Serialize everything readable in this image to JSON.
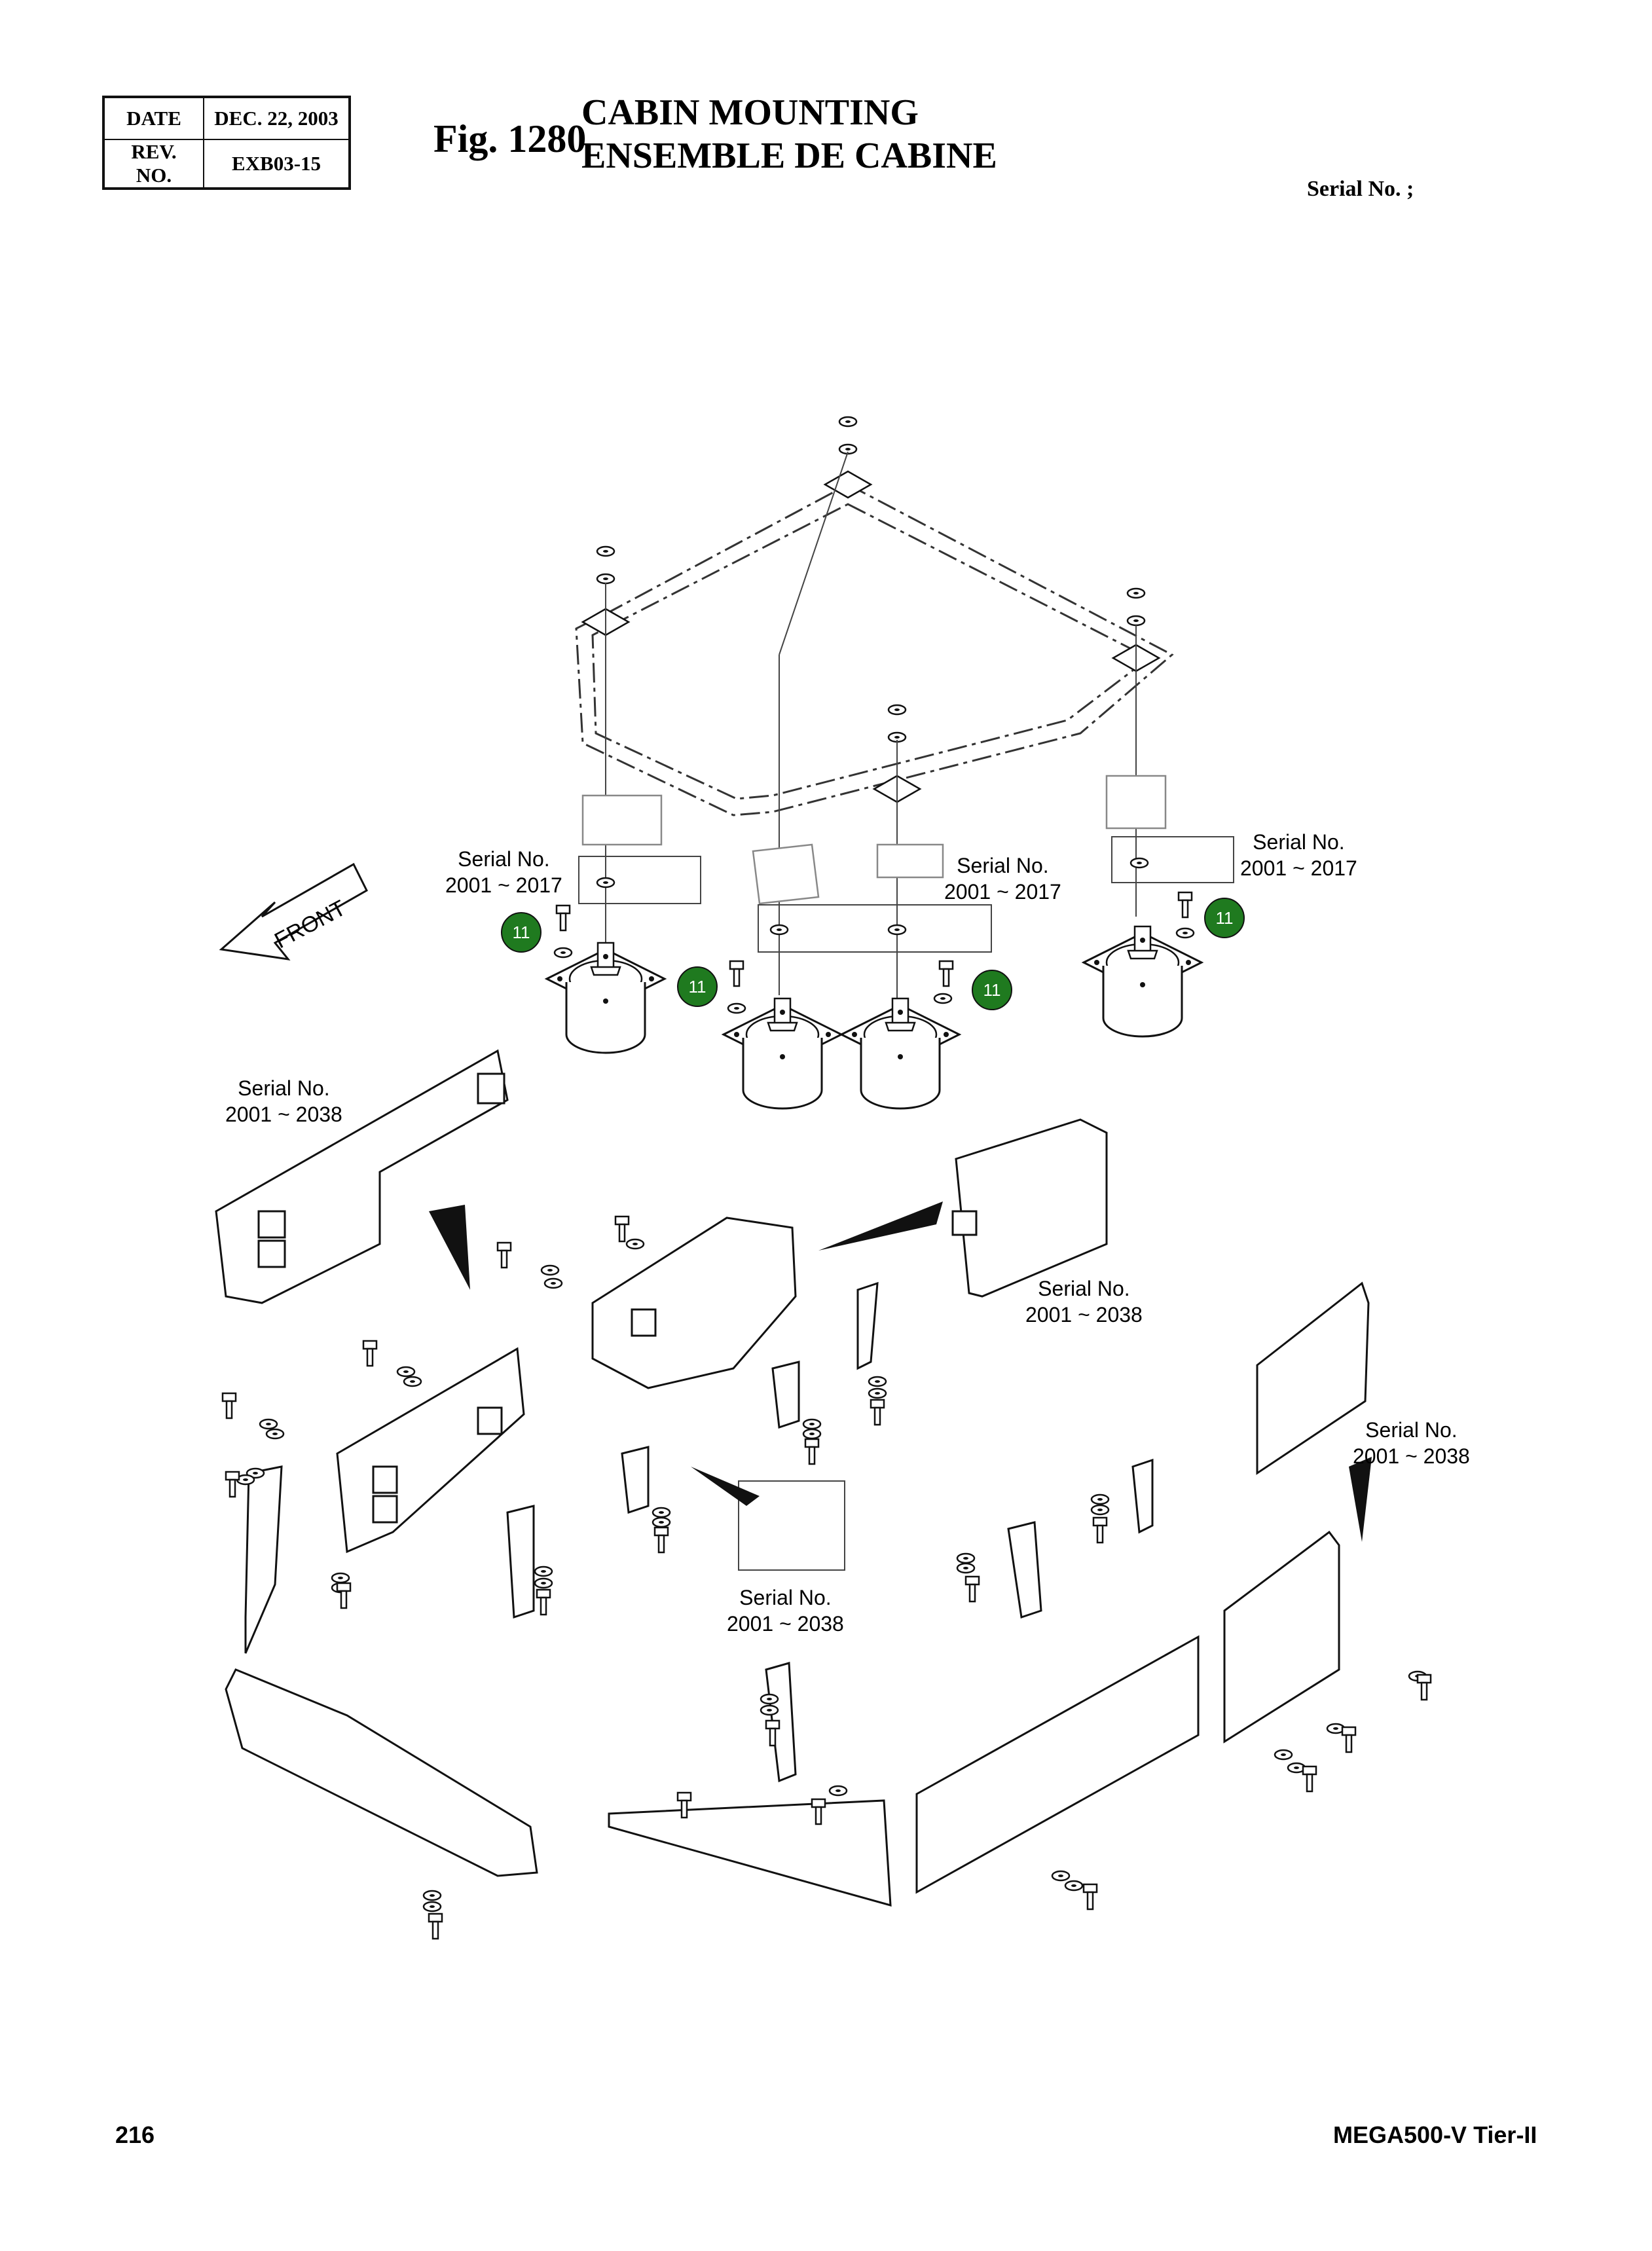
{
  "header": {
    "date_label": "DATE",
    "date_value": "DEC. 22, 2003",
    "rev_label": "REV. NO.",
    "rev_value": "EXB03-15",
    "fig_label": "Fig. 1280",
    "title_en": "CABIN MOUNTING",
    "title_fr": "ENSEMBLE DE CABINE",
    "serial_label": "Serial No. ;"
  },
  "diagram": {
    "front_label": "FRONT",
    "mount_callout": "11",
    "mount_callout_color": "#1f7a1f",
    "serial_callouts": [
      {
        "line1": "Serial No.",
        "line2": "2001 ~ 2017"
      },
      {
        "line1": "Serial No.",
        "line2": "2001 ~ 2017"
      },
      {
        "line1": "Serial No.",
        "line2": "2001 ~ 2017"
      },
      {
        "line1": "Serial No.",
        "line2": "2001 ~ 2038"
      },
      {
        "line1": "Serial No.",
        "line2": "2001 ~ 2038"
      },
      {
        "line1": "Serial No.",
        "line2": "2001 ~ 2038"
      },
      {
        "line1": "Serial No.",
        "line2": "2001 ~ 2038"
      }
    ]
  },
  "footer": {
    "page_number": "216",
    "model": "MEGA500-V Tier-II"
  }
}
